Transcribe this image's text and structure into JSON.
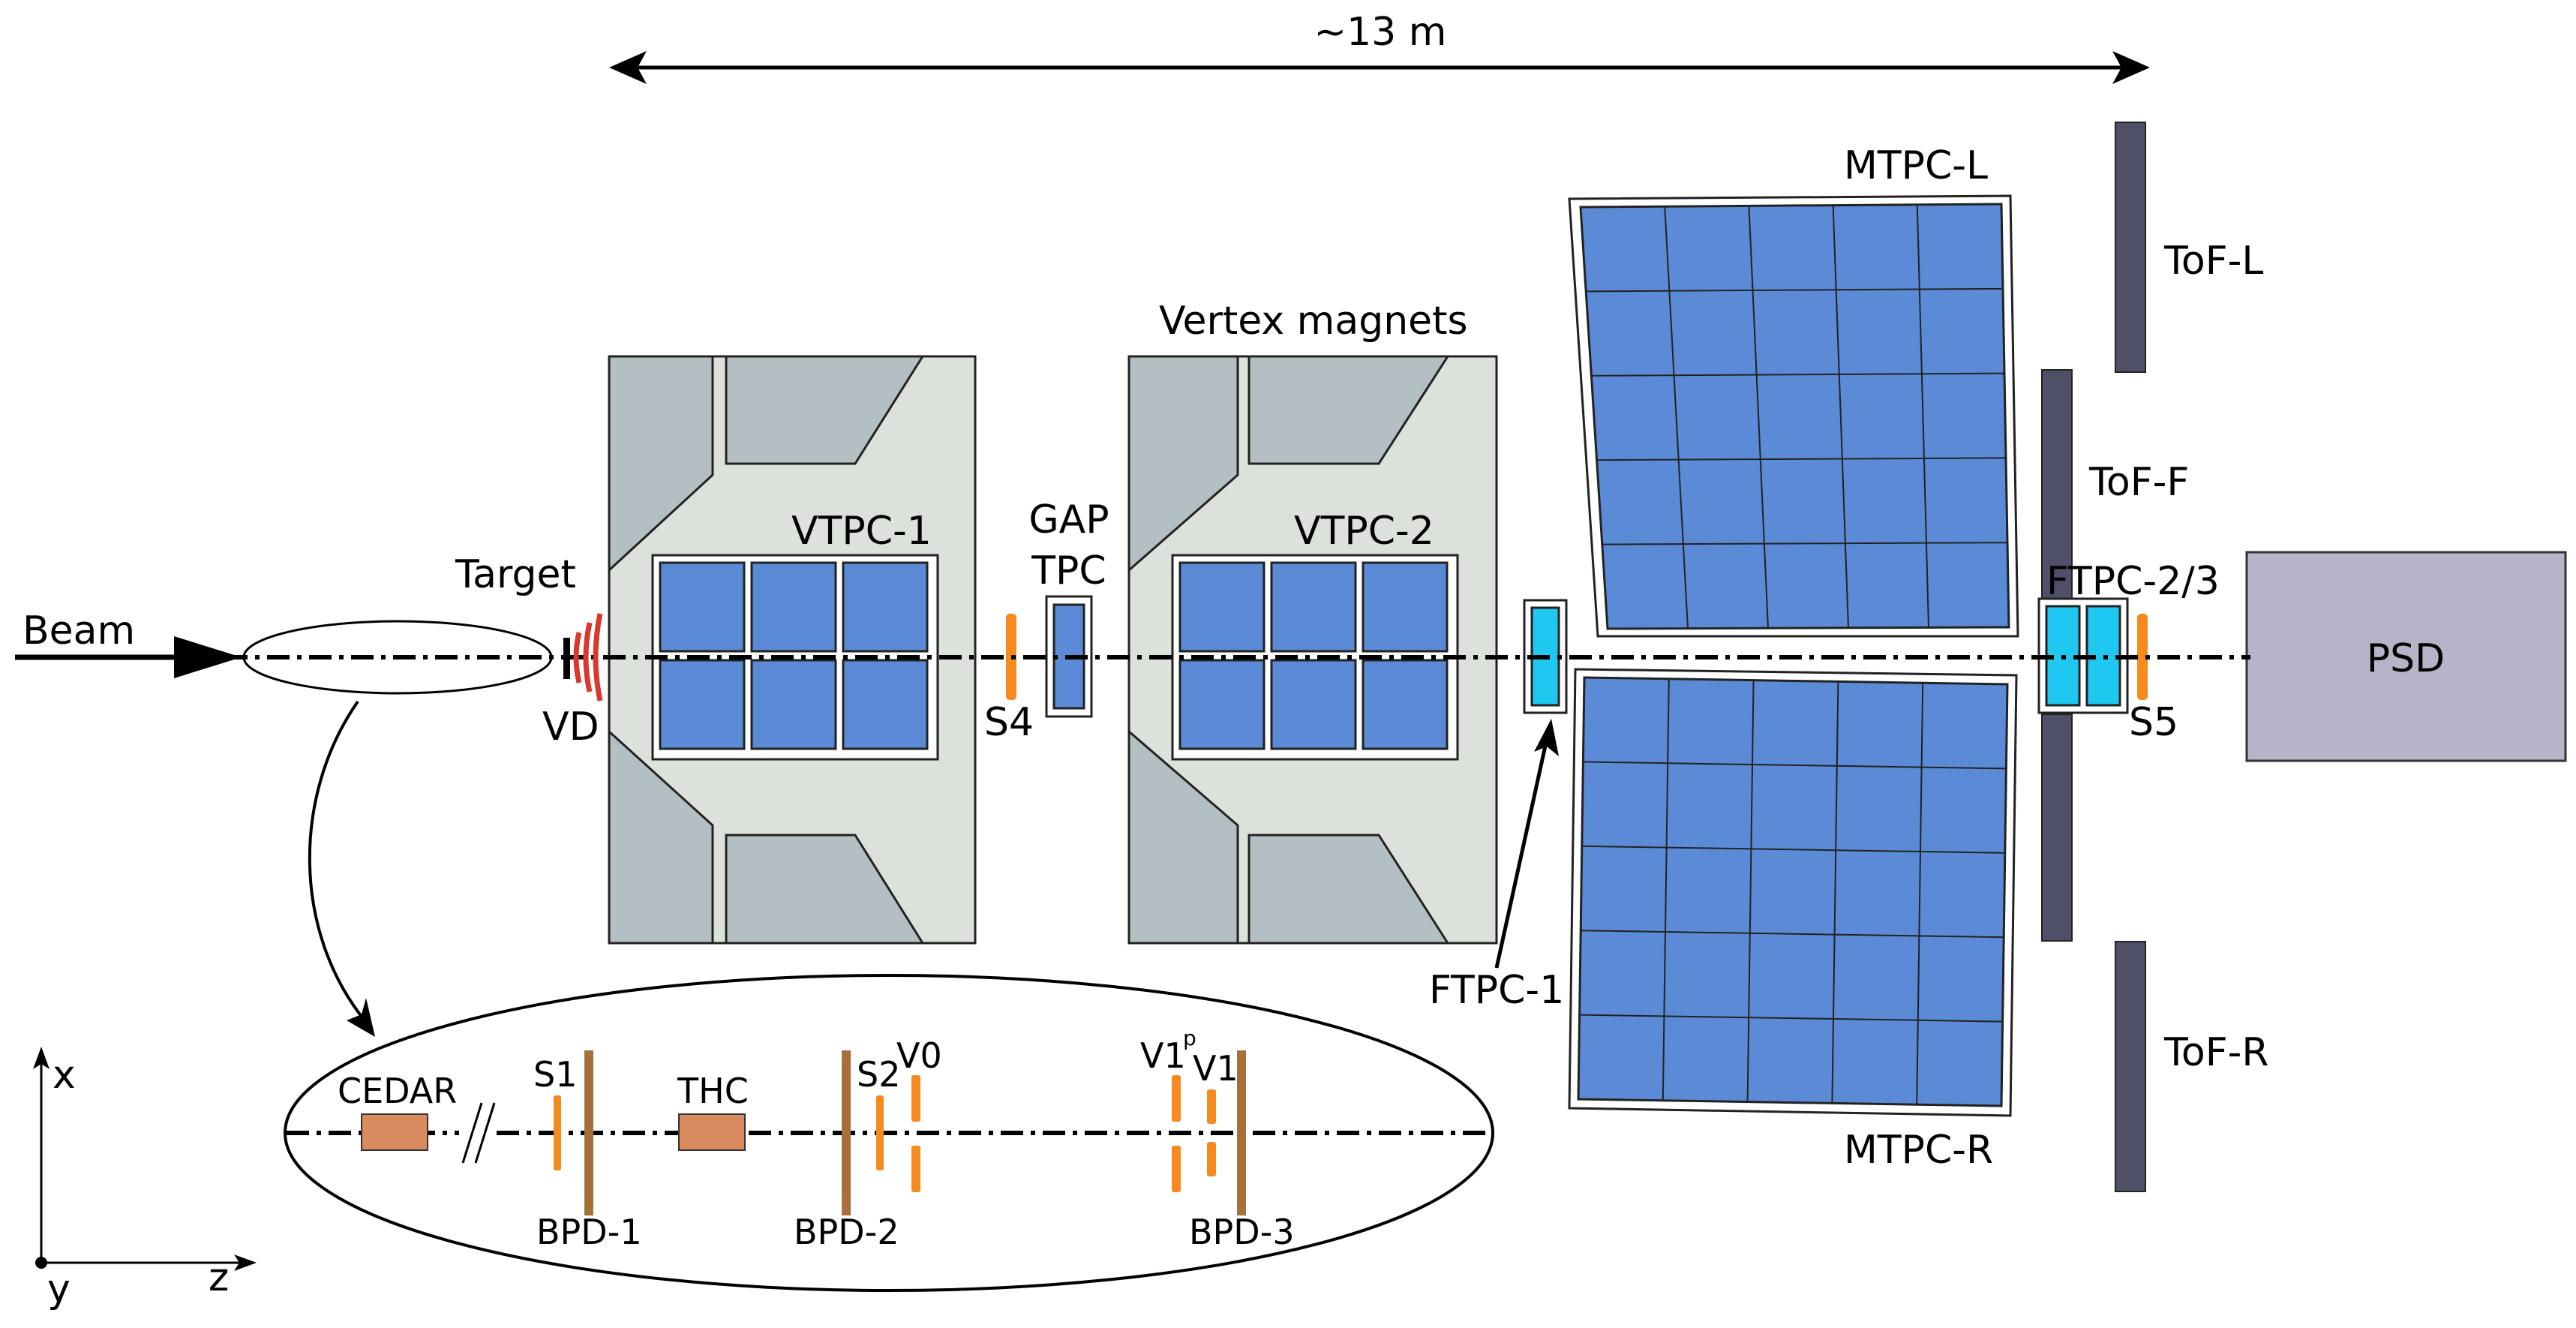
{
  "labels": {
    "length": "~13 m",
    "beam": "Beam",
    "target": "Target",
    "vd": "VD",
    "vtpc1": "VTPC-1",
    "vtpc2": "VTPC-2",
    "gap_line1": "GAP",
    "gap_line2": "TPC",
    "s4": "S4",
    "vertex_magnets": "Vertex magnets",
    "mtpc_l": "MTPC-L",
    "mtpc_r": "MTPC-R",
    "tof_l": "ToF-L",
    "tof_f": "ToF-F",
    "tof_r": "ToF-R",
    "ftpc23": "FTPC-2/3",
    "ftpc1": "FTPC-1",
    "s5": "S5",
    "psd": "PSD",
    "cedar": "CEDAR",
    "s1": "S1",
    "thc": "THC",
    "s2": "S2",
    "v0": "V0",
    "v1p": "V1",
    "v1p_sup": "p",
    "v1": "V1",
    "bpd1": "BPD-1",
    "bpd2": "BPD-2",
    "bpd3": "BPD-3",
    "axis_x": "x",
    "axis_y": "y",
    "axis_z": "z"
  },
  "colors": {
    "tpc_cell": "#5b8bd6",
    "magnet_bg": "#dde1dc",
    "magnet_yoke": "#b3bfc2",
    "tof": "#4f5068",
    "psd": "#b6b4c9",
    "ftpc": "#1ec8f0",
    "scintillator": "#f58a1f",
    "bpd": "#a7703a",
    "cedar_thc": "#d98a5e",
    "target_red": "#d9382f"
  },
  "icons": {
    "beam_arrow": "arrow-right-icon",
    "dimension_arrow": "double-headed-arrow-icon"
  }
}
